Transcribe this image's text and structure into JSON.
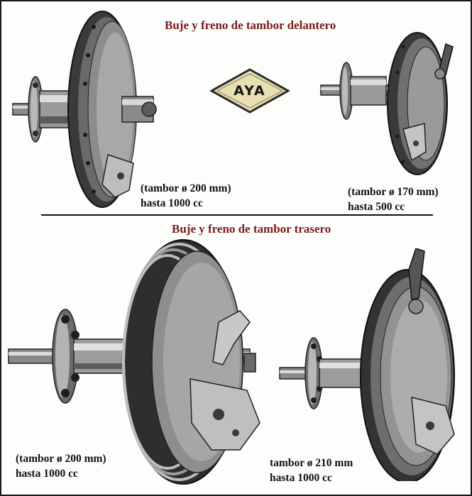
{
  "titles": {
    "front": "Buje y freno de tambor delantero",
    "rear": "Buje y freno de tambor trasero"
  },
  "logo": {
    "text": "AYA",
    "fill": "#e8dfb4",
    "border": "#2b2b2b"
  },
  "captions": {
    "front_large": {
      "line1": "(tambor ø 200 mm)",
      "line2": "hasta 1000 cc"
    },
    "front_small": {
      "line1": "(tambor ø 170 mm)",
      "line2": "hasta 500 cc"
    },
    "rear_large": {
      "line1": "(tambor ø 200 mm)",
      "line2": "hasta 1000 cc"
    },
    "rear_small": {
      "line1": "tambor ø 210 mm",
      "line2": "hasta 1000 cc"
    }
  },
  "colors": {
    "title": "#7a1b1b",
    "ink": "#111111",
    "metal_dark": "#2a2a2a",
    "metal_mid": "#6e6e6e",
    "metal_light": "#bdbdbd"
  }
}
